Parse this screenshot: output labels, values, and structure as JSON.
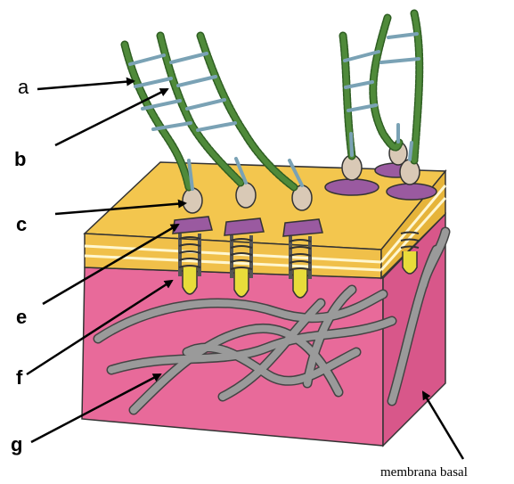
{
  "labels": {
    "a": "a",
    "b": "b",
    "c": "c",
    "e": "e",
    "f": "f",
    "g": "g",
    "membrana": "membrana basal"
  },
  "colors": {
    "collagen_fibril": "#4f8a3a",
    "rung": "#7aa2b5",
    "top_layer": "#f3c64e",
    "side_layer": "#f0c04a",
    "basal_block": "#e86a9a",
    "basal_side": "#d8578a",
    "fibers": "#9a9a9a",
    "plaque": "#9a5aa0",
    "knob": "#d9c9b6",
    "loop": "#e8dc3a"
  }
}
